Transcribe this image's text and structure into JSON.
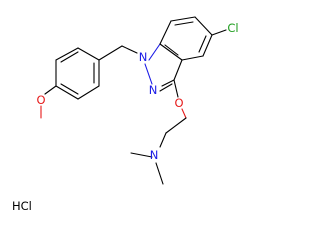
{
  "atoms": {
    "n1": "N",
    "n2": "N",
    "cl": "Cl",
    "o_methoxy": "O",
    "o_ether": "O",
    "n_amine": "N"
  },
  "salt": "HCl",
  "colors": {
    "bond": "#000000",
    "nitrogen": "#1a1ae6",
    "oxygen": "#e61a1a",
    "chlorine": "#1f9e1f"
  }
}
